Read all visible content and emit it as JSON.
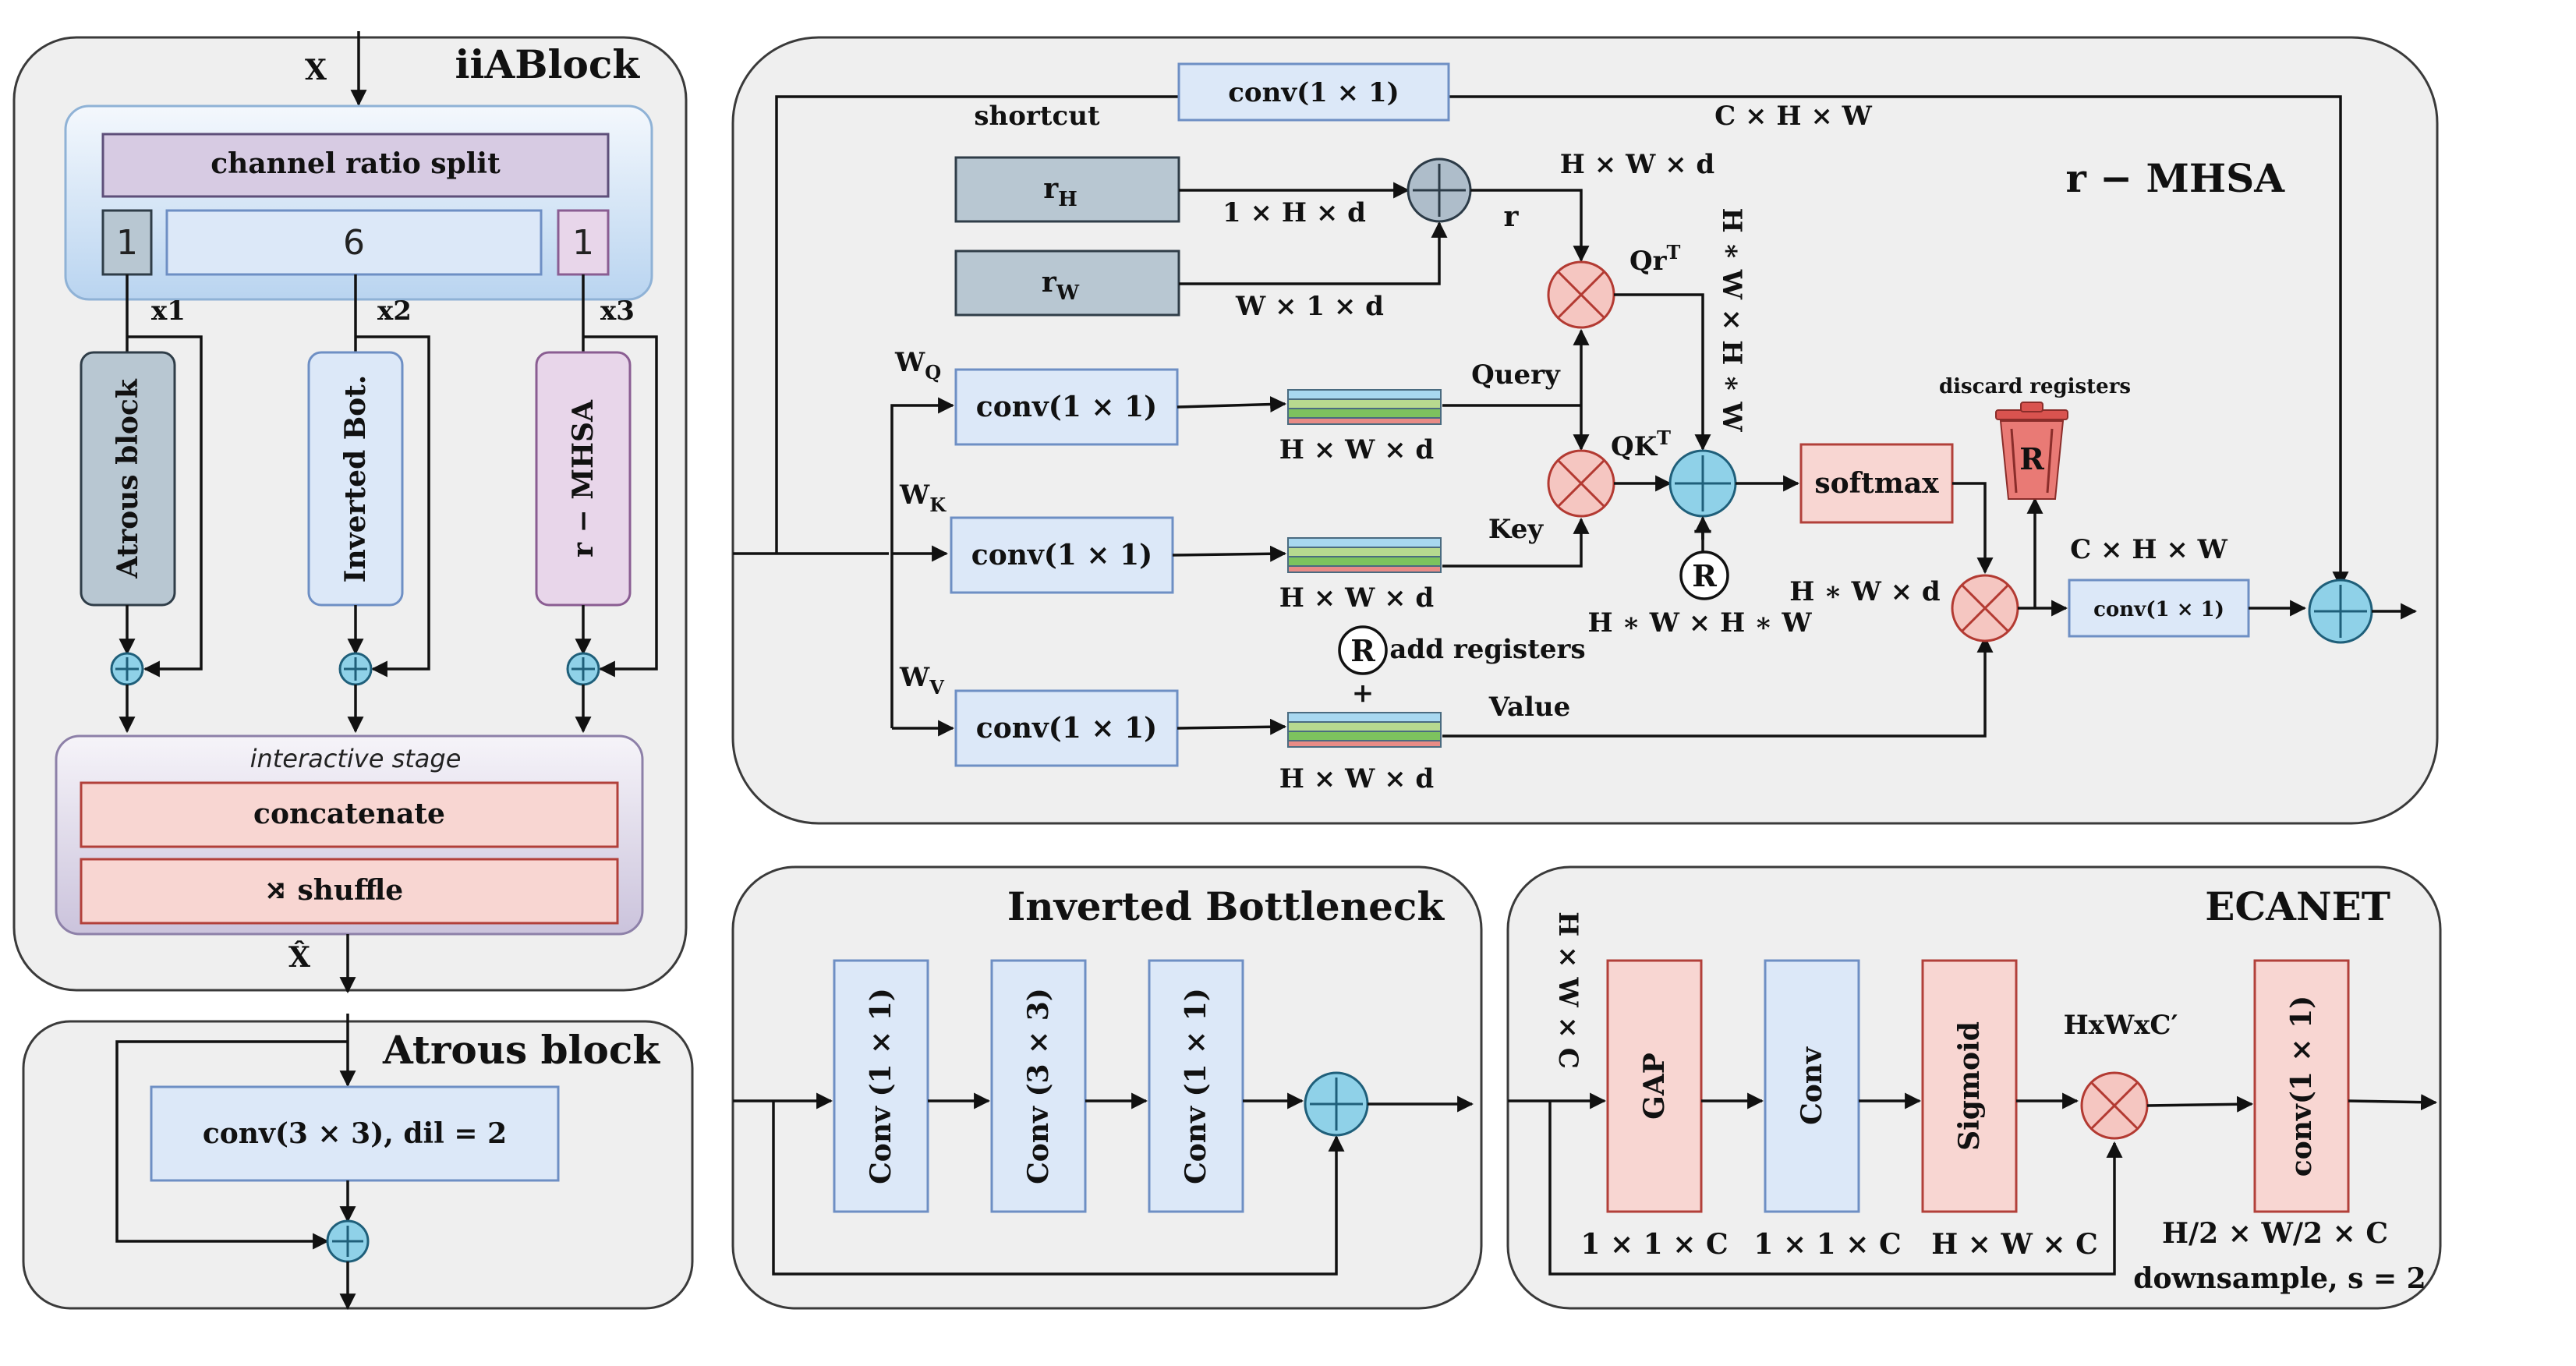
{
  "iia": {
    "title": "iiABlock",
    "input": "X",
    "output": "X̂",
    "split_label": "channel ratio split",
    "ratio_1": "1",
    "ratio_2": "6",
    "ratio_3": "1",
    "x1": "x1",
    "x2": "x2",
    "x3": "x3",
    "branch_1": "Atrous block",
    "branch_2": "Inverted Bot.",
    "branch_3": "r − MHSA",
    "stage_label": "interactive stage",
    "concat_label": "concatenate",
    "shuffle_label": "⤨ shuffle"
  },
  "atrous": {
    "title": "Atrous block",
    "conv_label": "conv(3 × 3), dil = 2"
  },
  "mhsa": {
    "title": "r − MHSA",
    "shortcut_label": "shortcut",
    "shortcut_conv": "conv(1 × 1)",
    "chw_top": "C × H × W",
    "r_h": "r",
    "r_h_sub": "H",
    "r_w": "r",
    "r_w_sub": "W",
    "dim_rh": "1 × H × d",
    "dim_rw": "W × 1 × d",
    "dim_r_sum": "H × W × d",
    "r_label": "r",
    "qr_label": "Qr",
    "qr_sup": "T",
    "vert_dim": "H ∗ W × H ∗ W",
    "wq": "W",
    "wq_sub": "Q",
    "wk": "W",
    "wk_sub": "K",
    "wv": "W",
    "wv_sub": "V",
    "conv_q": "conv(1 × 1)",
    "conv_k": "conv(1 × 1)",
    "conv_v": "conv(1 × 1)",
    "dim_q": "H × W × d",
    "dim_k": "H × W × d",
    "dim_v": "H × W × d",
    "query_label": "Query",
    "key_label": "Key",
    "value_label": "Value",
    "qk_label": "QK",
    "qk_sup": "T",
    "softmax_label": "softmax",
    "discard_label": "discard registers",
    "reg_symbol": "R",
    "plus_sign": "+",
    "attn_dim": "H ∗ W × H ∗ W",
    "add_reg_label": "add registers",
    "hwd_label": "H ∗ W × d",
    "chw_out": "C × H × W",
    "out_conv": "conv(1 × 1)"
  },
  "inv": {
    "title": "Inverted Bottleneck",
    "conv1": "Conv (1 × 1)",
    "conv2": "Conv (3 × 3)",
    "conv3": "Conv (1 × 1)"
  },
  "eca": {
    "title": "ECANET",
    "in_dim": "H × W × C",
    "gap": "GAP",
    "conv": "Conv",
    "sigmoid": "Sigmoid",
    "mul_label": "HxWxC′",
    "out_conv": "conv(1 × 1)",
    "dim_gap": "1 × 1 × C",
    "dim_conv": "1 × 1 × C",
    "dim_sig": "H × W × C",
    "out_dim": "H/2 × W/2 × C",
    "downsample": "downsample, s = 2"
  }
}
